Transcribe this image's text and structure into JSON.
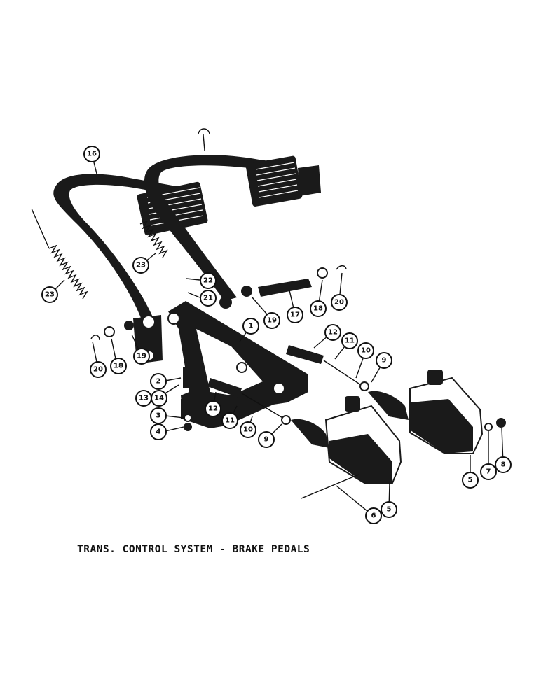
{
  "caption": "TRANS. CONTROL SYSTEM - BRAKE PEDALS",
  "callouts": [
    {
      "id": "1",
      "label": "1"
    },
    {
      "id": "2",
      "label": "2"
    },
    {
      "id": "3",
      "label": "3"
    },
    {
      "id": "4",
      "label": "4"
    },
    {
      "id": "5a",
      "label": "5"
    },
    {
      "id": "5b",
      "label": "5"
    },
    {
      "id": "6",
      "label": "6"
    },
    {
      "id": "7",
      "label": "7"
    },
    {
      "id": "8",
      "label": "8"
    },
    {
      "id": "9a",
      "label": "9"
    },
    {
      "id": "9b",
      "label": "9"
    },
    {
      "id": "10a",
      "label": "10"
    },
    {
      "id": "10b",
      "label": "10"
    },
    {
      "id": "11a",
      "label": "11"
    },
    {
      "id": "11b",
      "label": "11"
    },
    {
      "id": "12a",
      "label": "12"
    },
    {
      "id": "12b",
      "label": "12"
    },
    {
      "id": "13",
      "label": "13"
    },
    {
      "id": "14",
      "label": "14"
    },
    {
      "id": "16",
      "label": "16"
    },
    {
      "id": "17",
      "label": "17"
    },
    {
      "id": "18a",
      "label": "18"
    },
    {
      "id": "18b",
      "label": "18"
    },
    {
      "id": "19a",
      "label": "19"
    },
    {
      "id": "19b",
      "label": "19"
    },
    {
      "id": "20a",
      "label": "20"
    },
    {
      "id": "20b",
      "label": "20"
    },
    {
      "id": "21",
      "label": "21"
    },
    {
      "id": "22",
      "label": "22"
    },
    {
      "id": "23a",
      "label": "23"
    },
    {
      "id": "23b",
      "label": "23"
    }
  ]
}
